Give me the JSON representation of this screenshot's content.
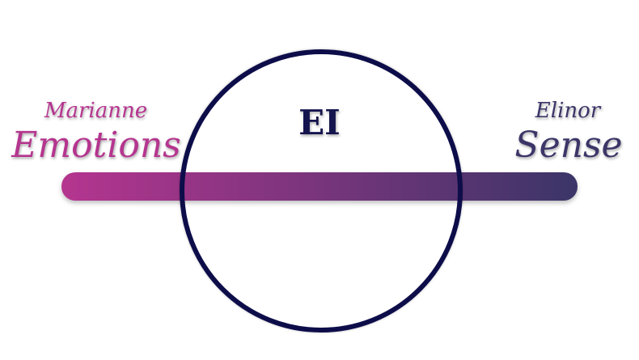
{
  "diagram": {
    "center_label": "EI",
    "left": {
      "name": "Marianne",
      "trait": "Emotions"
    },
    "right": {
      "name": "Elinor",
      "trait": "Sense"
    },
    "colors": {
      "left_accent": "#b5358f",
      "right_accent": "#3b3568",
      "circle_stroke": "#0d0d4a",
      "center_text": "#14144e"
    }
  }
}
